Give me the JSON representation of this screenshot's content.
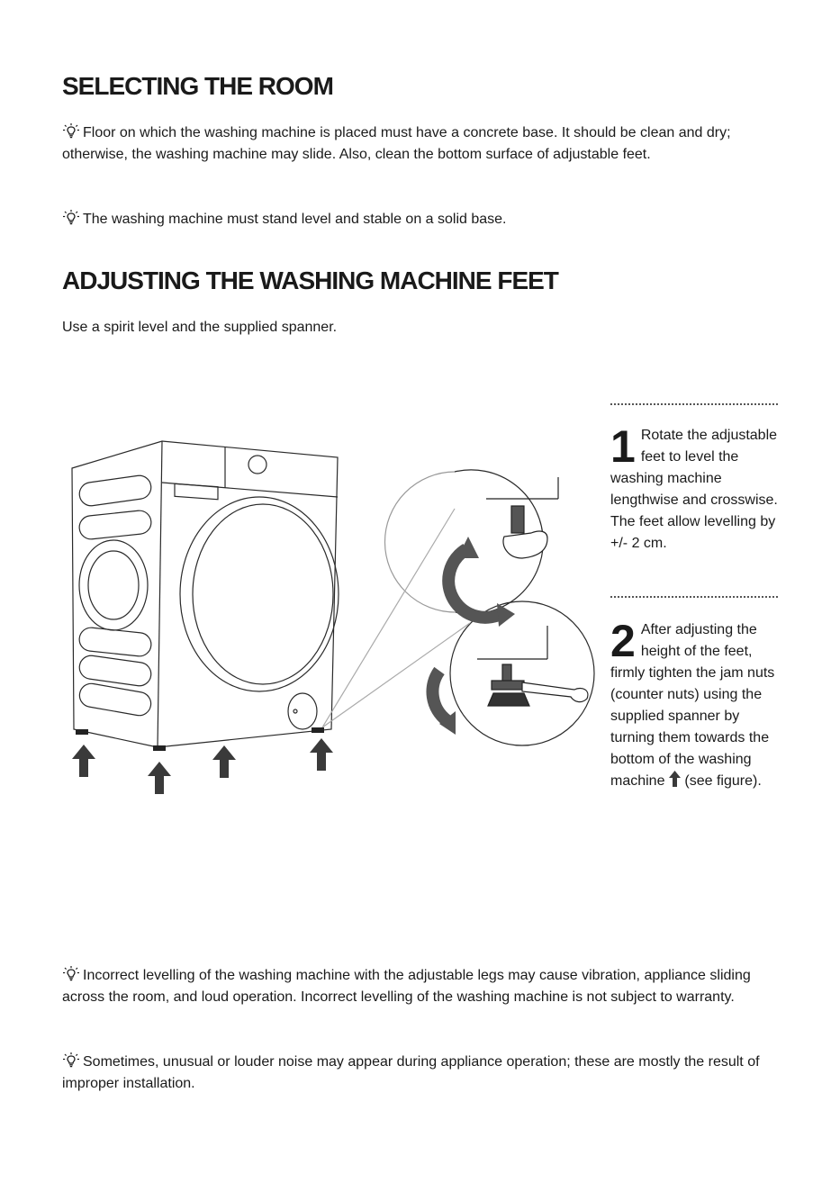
{
  "section1": {
    "title": "SELECTING THE ROOM",
    "tips": [
      "Floor on which the washing machine is placed must have a concrete base. It should be clean and dry; otherwise, the washing machine may slide. Also, clean the bottom surface of adjustable feet.",
      "The washing machine must stand level and stable on a solid base."
    ]
  },
  "section2": {
    "title": "ADJUSTING THE WASHING MACHINE FEET",
    "intro": "Use a spirit level and the supplied spanner.",
    "steps": [
      {
        "number": "1",
        "text": "Rotate the adjustable feet to level the washing machine lengthwise and crosswise. The feet allow levelling by +/- 2 cm."
      },
      {
        "number": "2",
        "text_before": "After adjusting the height of the feet, firmly tighten the jam nuts (counter nuts) using the supplied spanner by turning them towards the bottom of the washing machine",
        "text_after": "(see figure)."
      }
    ]
  },
  "notes": [
    "Incorrect levelling of the washing machine with the adjustable legs may cause vibration, appliance sliding across the room, and loud operation. Incorrect levelling of the washing machine is not subject to warranty.",
    "Sometimes, unusual or louder noise may appear during appliance operation; these are mostly the result of improper installation."
  ],
  "icons": {
    "tip": "lightbulb-icon",
    "arrow": "up-arrow-icon"
  },
  "colors": {
    "text": "#1a1a1a",
    "arrow": "#3a3a3a"
  }
}
